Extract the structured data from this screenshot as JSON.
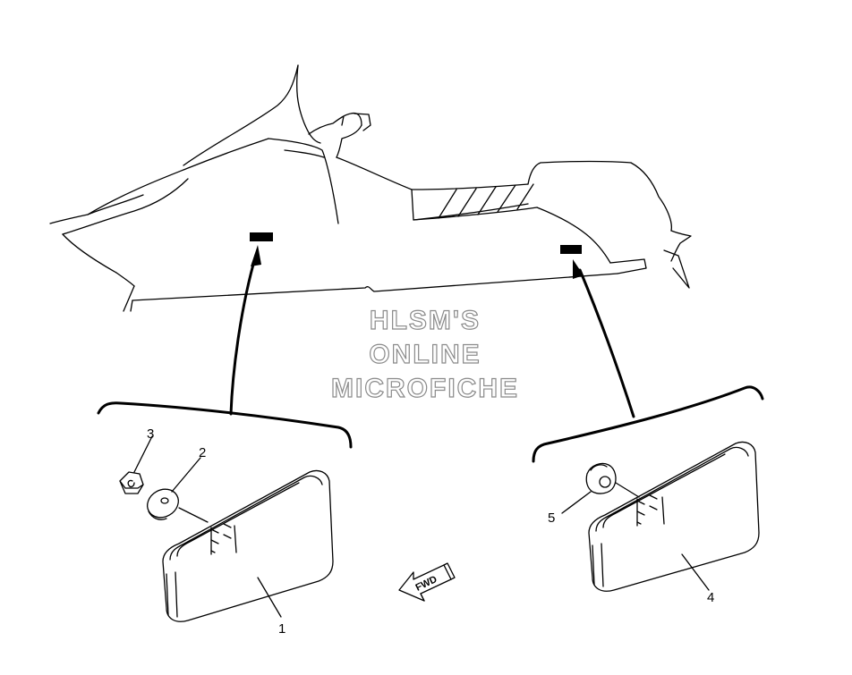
{
  "watermark": {
    "line1": "HLSM'S",
    "line2": "ONLINE",
    "line3": "MICROFICHE"
  },
  "direction_label": "FWD",
  "callouts": {
    "part1": "1",
    "part2": "2",
    "part3": "3",
    "part4": "4",
    "part5": "5"
  }
}
